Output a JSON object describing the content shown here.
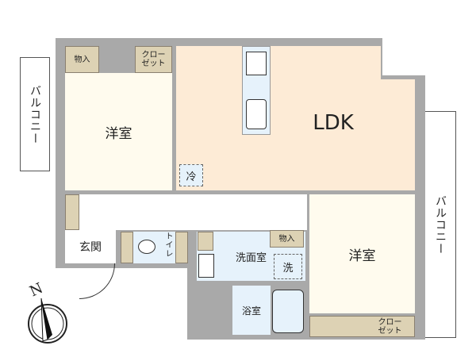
{
  "rooms": {
    "western_room_1": "洋室",
    "western_room_2": "洋室",
    "ldk": "LDK",
    "storage_1": "物入",
    "storage_2": "物入",
    "closet_1": "クローゼット",
    "closet_1_lines": [
      "クロー",
      "ゼット"
    ],
    "closet_2_lines": [
      "クロー",
      "ゼット"
    ],
    "fridge": "冷",
    "entrance": "玄関",
    "toilet": "トイレ",
    "washroom": "洗面室",
    "washer": "洗",
    "bathroom": "浴室",
    "balcony_left": "バルコニー",
    "balcony_right": "バルコニー"
  },
  "compass": {
    "north_label": "N"
  },
  "colors": {
    "wall": "#a9a9a9",
    "room": "#fffbee",
    "ldk": "#fdebd6",
    "wet": "#e6f2fb",
    "storage": "#ddd2b4"
  }
}
